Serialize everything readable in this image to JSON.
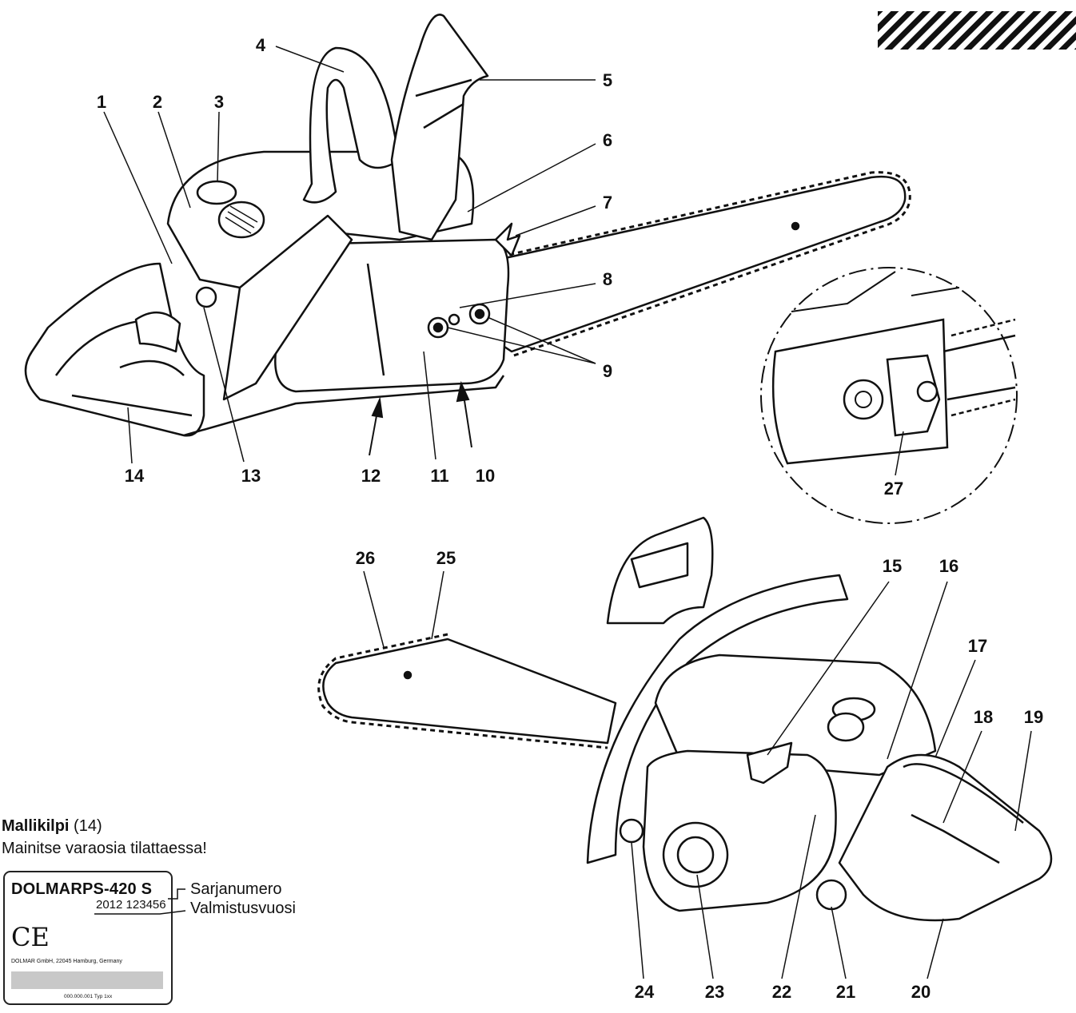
{
  "labels": [
    "1",
    "2",
    "3",
    "4",
    "5",
    "6",
    "7",
    "8",
    "9",
    "10",
    "11",
    "12",
    "13",
    "14",
    "15",
    "16",
    "17",
    "18",
    "19",
    "20",
    "21",
    "22",
    "23",
    "24",
    "25",
    "26",
    "27"
  ],
  "caption": {
    "title": "Mallikilpi",
    "ref": "(14)",
    "line2": "Mainitse varaosia tilattaessa!"
  },
  "plate": {
    "brand": "DOLMARPS-420 S",
    "serial": "2012 123456",
    "ce": "CE",
    "address": "DOLMAR GmbH, 22045 Hamburg, Germany",
    "code": "000.000.001   Typ 1xx"
  },
  "plate_labels": {
    "serial_number": "Sarjanumero",
    "year": "Valmistusvuosi"
  }
}
